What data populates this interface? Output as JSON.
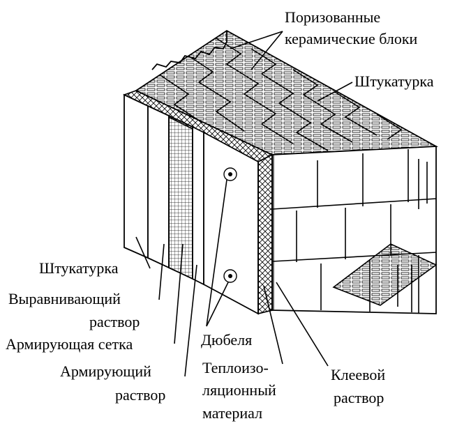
{
  "labels": {
    "porous_blocks": [
      "Поризованные",
      "керамические блоки"
    ],
    "plaster_right": "Штукатурка",
    "plaster_left": "Штукатурка",
    "leveling_mortar": [
      "Выравнивающий",
      "раствор"
    ],
    "reinforcing_mesh": "Армирующая сетка",
    "reinforcing_mortar": [
      "Армирующий",
      "раствор"
    ],
    "dowels": "Дюбеля",
    "insulation": [
      "Теплоизо-",
      "ляционный",
      "материал"
    ],
    "adhesive_mortar": [
      "Клеевой",
      "раствор"
    ]
  }
}
